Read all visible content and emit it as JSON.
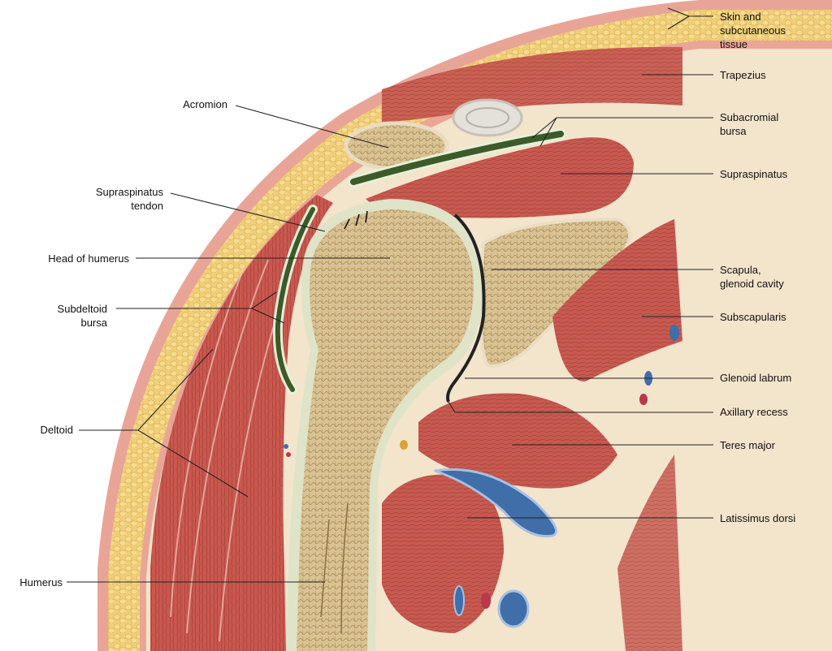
{
  "labels": {
    "skin": "Skin and\nsubcutaneous\ntissue",
    "trapezius": "Trapezius",
    "subacromial_bursa": "Subacromial\nbursa",
    "supraspinatus": "Supraspinatus",
    "scapula": "Scapula,\nglenoid cavity",
    "subscapularis": "Subscapularis",
    "glenoid_labrum": "Glenoid labrum",
    "axillary_recess": "Axillary recess",
    "teres_major": "Teres major",
    "latissimus_dorsi": "Latissimus dorsi",
    "acromion": "Acromion",
    "supraspinatus_tendon": "Supraspinatus\ntendon",
    "head_of_humerus": "Head of humerus",
    "subdeltoid_bursa": "Subdeltoid\nbursa",
    "deltoid": "Deltoid",
    "humerus": "Humerus"
  },
  "colors": {
    "skin": "#e59a8c",
    "fat": "#f1d27a",
    "muscle": "#c9544c",
    "muscle_light": "#e08a7e",
    "bone": "#d8c08e",
    "cartilage": "#dfe3c8",
    "bursa": "#3d5a2a",
    "vein": "#3f6ea8",
    "connective": "#f4ead6"
  }
}
